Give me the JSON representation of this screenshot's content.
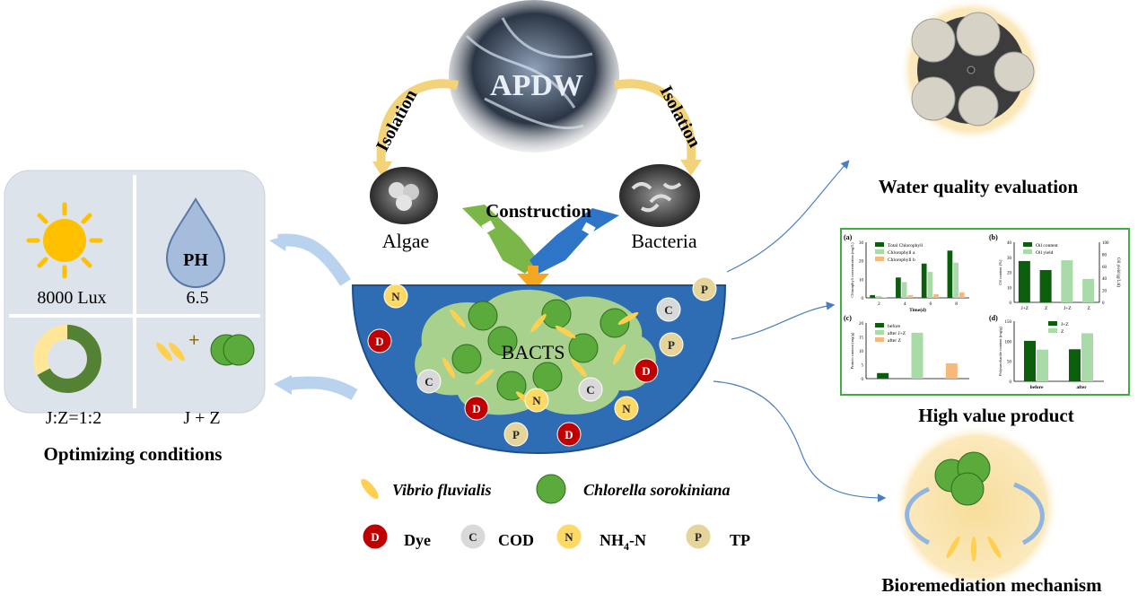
{
  "source": {
    "label": "APDW",
    "isolation_left": "Isolation",
    "isolation_right": "Isolation"
  },
  "partners": {
    "algae": "Algae",
    "bacteria": "Bacteria",
    "construction": "Construction"
  },
  "reactor": {
    "label": "BACTS",
    "color": "#2e6db4"
  },
  "conditions": {
    "title": "Optimizing conditions",
    "light": "8000 Lux",
    "ph_icon": "PH",
    "ph": "6.5",
    "ratio": "J:Z=1:2",
    "ratio_fraction": 0.67,
    "combo_plus": "+",
    "combo": "J + Z"
  },
  "legend": {
    "vibrio": "Vibrio fluvialis",
    "chlorella": "Chlorella sorokiniana",
    "dye_sym": "D",
    "dye": "Dye",
    "cod_sym": "C",
    "cod": "COD",
    "nh4_sym": "N",
    "nh4_main": "NH",
    "nh4_sub": "4",
    "nh4_tail": "-N",
    "tp_sym": "P",
    "tp": "TP"
  },
  "outputs": {
    "water_quality": "Water quality evaluation",
    "high_value": "High value product",
    "bioremediation": "Bioremediation mechanism"
  },
  "colors": {
    "dye": "#c00000",
    "cod": "#d9d9d9",
    "nh4": "#ffd966",
    "tp": "#e6d59a",
    "dark_green": "#0b5e0b",
    "light_green": "#a9dba9",
    "orange": "#f7b97a"
  },
  "chart_data": [
    {
      "type": "bar",
      "panel": "(a)",
      "categories": [
        "2",
        "4",
        "6",
        "8"
      ],
      "xlabel": "Time(d)",
      "ylabel": "Chlorophyll concentration (mg/L)",
      "ylim": [
        0,
        30
      ],
      "yticks": [
        0,
        10,
        20,
        30
      ],
      "series": [
        {
          "name": "Total Chlorophyll",
          "color": "#0b5e0b",
          "values": [
            1.5,
            11,
            18.5,
            25.5
          ]
        },
        {
          "name": "Chlorophyll a",
          "color": "#a9dba9",
          "values": [
            1,
            8.5,
            14,
            19
          ]
        },
        {
          "name": "Chlorophyll b",
          "color": "#f7b97a",
          "values": [
            0.3,
            1.5,
            2,
            3
          ]
        }
      ]
    },
    {
      "type": "bar",
      "panel": "(b)",
      "categories": [
        "J+Z",
        "Z",
        "J+Z",
        "Z"
      ],
      "xlabel": "",
      "ylabel": "Oil content (%)",
      "ylabel_right": "Oil yield (g/L/d)",
      "ylim": [
        0,
        40
      ],
      "yticks": [
        0,
        10,
        20,
        30,
        40
      ],
      "ylim_right": [
        0,
        100
      ],
      "yticks_right": [
        0,
        20,
        40,
        60,
        80,
        100
      ],
      "series": [
        {
          "name": "Oil content",
          "color": "#0b5e0b",
          "axis": "left",
          "values": [
            27.5,
            21.5,
            null,
            null
          ]
        },
        {
          "name": "Oil yield",
          "color": "#a9dba9",
          "axis": "right",
          "values": [
            null,
            null,
            70,
            39
          ]
        }
      ]
    },
    {
      "type": "bar",
      "panel": "(c)",
      "categories": [
        "",
        "",
        ""
      ],
      "xlabel": "",
      "ylabel": "Protein content (mg/g)",
      "ylim": [
        0,
        20
      ],
      "yticks": [
        0,
        5,
        10,
        15,
        20
      ],
      "series": [
        {
          "name": "before",
          "color": "#0b5e0b",
          "values": [
            2,
            null,
            null
          ]
        },
        {
          "name": "after J+Z",
          "color": "#a9dba9",
          "values": [
            null,
            16.5,
            null
          ]
        },
        {
          "name": "after Z",
          "color": "#f7b97a",
          "values": [
            null,
            null,
            5.5
          ]
        }
      ]
    },
    {
      "type": "bar",
      "panel": "(d)",
      "categories": [
        "before",
        "after"
      ],
      "xlabel": "",
      "ylabel": "Polysaccharide content (mg/g)",
      "ylim": [
        0,
        150
      ],
      "yticks": [
        0,
        50,
        100,
        150
      ],
      "series": [
        {
          "name": "J+Z",
          "color": "#0b5e0b",
          "values": [
            101,
            80
          ]
        },
        {
          "name": "Z",
          "color": "#a9dba9",
          "values": [
            79,
            120
          ]
        }
      ]
    }
  ]
}
